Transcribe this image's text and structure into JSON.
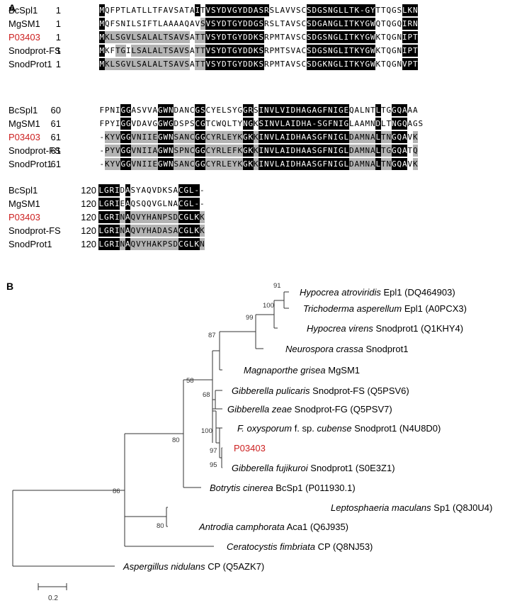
{
  "panel_a": {
    "label": "A",
    "blocks": [
      {
        "rows": [
          {
            "name": "BcSpl1",
            "start": "1",
            "seq": "MQFPTLATLLTFAVSATAITVSYDVGYDDASRSLAVVSCSDGSNGLLTK-GYTTQGSLKN",
            "highlight": false,
            "shade": "1000000000000000001011111111111100000001111111111111000001110000"
          },
          {
            "name": "MgSM1",
            "start": "1",
            "seq": "MQFSNILSIFTLAAAAQAVSVSYDTGYDDGSRSLTAVSCSDGANGLITKYGWQTQGQIRN",
            "highlight": false,
            "shade": "1000000000000000000211111111111000000001111111111111000001110000"
          },
          {
            "name": "P03403",
            "start": "1",
            "seq": "MKLSGVLSALALTSAVSATTVSYDTGYDDKSRPMTAVSCSDGSNGLITKYGWKTQGNIPT",
            "highlight": true,
            "shade": "1222222222222222202211111111111000000001111111111111000001110000"
          },
          {
            "name": "Snodprot-FS",
            "start": "1",
            "seq": "MKFTGILSALALTSAVSATTVSYDTGYDDKSRPMTSVACSDGSNGLITKYGWKTQGNIPT",
            "highlight": false,
            "shade": "1002202222222222202211111111111000000001111111111111000001110000"
          },
          {
            "name": "SnodProt1",
            "start": "1",
            "seq": "MKLSGVLSALALTSAVSATTVSYDTGYDDKSRPMTAVSCSDGKNGLITKYGWKTQGNVPT",
            "highlight": false,
            "shade": "1222222222222222202211111111111000000001111111111111000001110000"
          }
        ]
      },
      {
        "rows": [
          {
            "name": "BcSpl1",
            "start": "60",
            "seq": "FPNIGGASVVAGWNDANCGSCYELSYGGRSINVLVIDHAGAGFNIGEQALNTLTGGQAAA",
            "highlight": false,
            "shade": "0000110000011100001100000001101111111111111111100000100111000"
          },
          {
            "name": "MgSM1",
            "start": "61",
            "seq": "FPYIGGVDAVGGWGDSPSCGTCWQLTYNGKSINVLAIDHA-SGFNIGLAAMNDLTNGQAGS",
            "highlight": false,
            "shade": "0000110000011100001100000001101111111111111111100000100111000"
          },
          {
            "name": "P03403",
            "start": "61",
            "seq": "-KYVGGVNIIEGWNSANCGGCYRLEYKGKKINVLAIDHAASGFNIGLDAMNALTNGQAVK",
            "highlight": true,
            "shade": "0222112222211122221122222221121111111111111111122222122111022"
          },
          {
            "name": "Snodprot-FS",
            "start": "61",
            "seq": "-PYVGGVNIIAGWNSPNCGGCYRLEFKGKKINVLAIDHAASGFNIGLDAMNALTGGQATQ",
            "highlight": false,
            "shade": "0222112222211122221122222221121111111111111111122222122111022"
          },
          {
            "name": "SnodProt1",
            "start": "61",
            "seq": "-KYVGGVNIIEGWNSANCGGCYRLEYKGKKINVLAIDHAASGFNIGLDAMNALTNGQAVK",
            "highlight": false,
            "shade": "0222112222211122221122222221121111111111111111122222122111022"
          }
        ]
      },
      {
        "rows": [
          {
            "name": "BcSpl1",
            "start": "120",
            "seq": "LGRIDASYAQVDKSACGL--",
            "highlight": false,
            "shade": "11110100000000011110"
          },
          {
            "name": "MgSM1",
            "start": "120",
            "seq": "LGRIEAQSQQVGLNACGL--",
            "highlight": false,
            "shade": "11110100000000011110"
          },
          {
            "name": "P03403",
            "start": "120",
            "seq": "LGRINAQVYHANPSDCGLKK",
            "highlight": true,
            "shade": "11112122222222211112"
          },
          {
            "name": "Snodprot-FS",
            "start": "120",
            "seq": "LGRINAQVYHADASACGLKK",
            "highlight": false,
            "shade": "11112122222222211112"
          },
          {
            "name": "SnodProt1",
            "start": "120",
            "seq": "LGRINAQVYHAKPSDCGLKN",
            "highlight": false,
            "shade": "11112122222222211112"
          }
        ]
      }
    ]
  },
  "panel_b": {
    "label": "B",
    "taxa": [
      {
        "id": "t1",
        "genus": "Hypocrea atroviridis",
        "rest": " Epl1 (DQ464903)",
        "highlight": false
      },
      {
        "id": "t2",
        "genus": "Trichoderma asperellum",
        "rest": " Epl1 (A0PCX3)",
        "highlight": false
      },
      {
        "id": "t3",
        "genus": "Hypocrea virens",
        "rest": " Snodprot1 (Q1KHY4)",
        "highlight": false
      },
      {
        "id": "t4",
        "genus": "Neurospora crassa",
        "rest": " Snodprot1",
        "highlight": false
      },
      {
        "id": "t5",
        "genus": "Magnaporthe grisea",
        "rest": " MgSM1",
        "highlight": false
      },
      {
        "id": "t6",
        "genus": "Gibberella pulicaris",
        "rest": " Snodprot-FS (Q5PSV6)",
        "highlight": false
      },
      {
        "id": "t7",
        "genus": "Gibberella zeae",
        "rest": " Snodprot-FG (Q5PSV7)",
        "highlight": false
      },
      {
        "id": "t8",
        "genus": "F. oxysporum",
        "rest": " f. sp. ",
        "genus2": "cubense",
        "rest2": " Snodprot1 (N4U8D0)",
        "highlight": false
      },
      {
        "id": "t9",
        "genus": "",
        "rest": "P03403",
        "highlight": true
      },
      {
        "id": "t10",
        "genus": "Gibberella fujikuroi",
        "rest": " Snodprot1 (S0E3Z1)",
        "highlight": false
      },
      {
        "id": "t11",
        "genus": "Botrytis cinerea",
        "rest": " BcSp1 (P011930.1)",
        "highlight": false
      },
      {
        "id": "t12",
        "genus": "Leptosphaeria maculans",
        "rest": " Sp1 (Q8J0U4)",
        "highlight": false
      },
      {
        "id": "t13",
        "genus": "Antrodia camphorata",
        "rest": " Aca1 (Q6J935)",
        "highlight": false
      },
      {
        "id": "t14",
        "genus": "Ceratocystis fimbriata",
        "rest": " CP (Q8NJ53)",
        "highlight": false
      },
      {
        "id": "t15",
        "genus": "Aspergillus nidulans",
        "rest": " CP (Q5AZK7)",
        "highlight": false
      }
    ],
    "bootstraps": [
      "91",
      "100",
      "99",
      "87",
      "58",
      "68",
      "100",
      "97",
      "95",
      "80",
      "86",
      "80"
    ],
    "scale_label": "0.2",
    "colors": {
      "highlight": "#cc1f1f",
      "line": "#333333"
    }
  }
}
